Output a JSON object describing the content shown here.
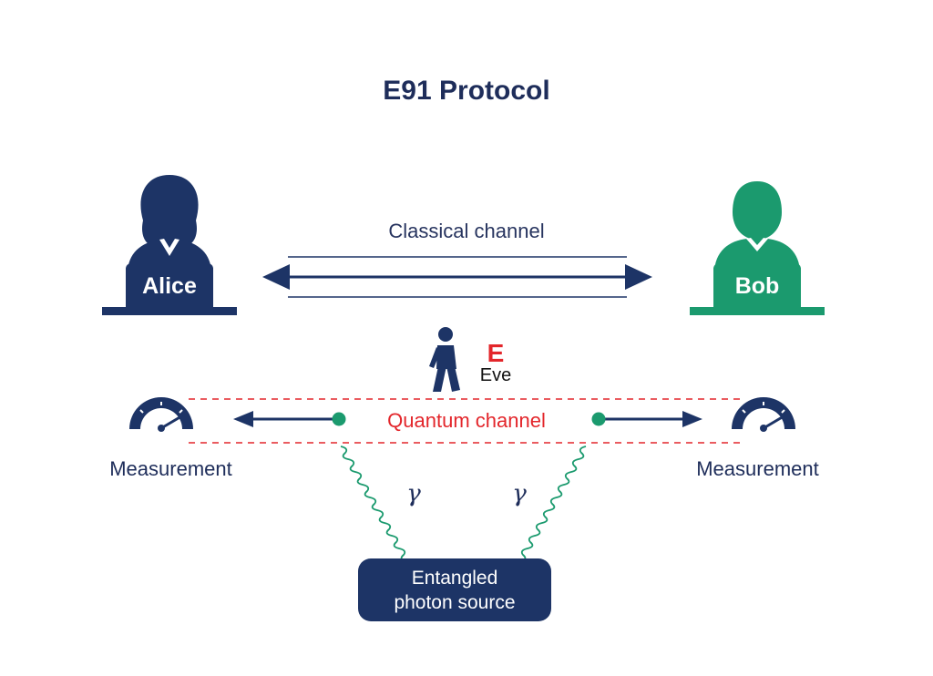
{
  "title": "E91 Protocol",
  "classical_channel": "Classical channel",
  "quantum_channel": "Quantum channel",
  "alice": {
    "name": "Alice"
  },
  "bob": {
    "name": "Bob"
  },
  "eve": {
    "letter": "E",
    "name": "Eve"
  },
  "measurement_left": "Measurement",
  "measurement_right": "Measurement",
  "photon_left": "γ",
  "photon_right": "γ",
  "source": {
    "line1": "Entangled",
    "line2": "photon source"
  },
  "colors": {
    "navy": "#1d3466",
    "green": "#1b9a6e",
    "red": "#e3262b",
    "dark_text": "#1e2d5a"
  }
}
